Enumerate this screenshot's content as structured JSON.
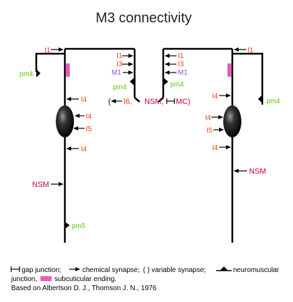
{
  "title": "M3 connectivity",
  "colors": {
    "ionotropic": "#ff3c00",
    "pharyngeal_motor": "#5ec900",
    "motor_m1": "#9b4dc8",
    "nsm": "#c4003a",
    "neuron": "#000000",
    "subcuticular": "#e85cb8"
  },
  "left_neuron": {
    "top_input": "I1",
    "pm4_upper": "pm4",
    "inputs_mid": [
      "I4",
      "I4",
      "I5",
      "I4"
    ],
    "nsm": "NSM",
    "pm5": "pm5",
    "right_branch": [
      "I1",
      "I3",
      "M1"
    ],
    "right_branch_pm4": "pm4"
  },
  "right_neuron": {
    "top_input": "I1",
    "pm4_right": "pm4",
    "left_branch": [
      "I1",
      "I3",
      "M1"
    ],
    "left_branch_pm4": "pm4",
    "inputs_mid": [
      "I4",
      "I4",
      "I5",
      "I4"
    ],
    "nsm": "NSM"
  },
  "variable": {
    "open": "(",
    "i6": "I6,",
    "nsm": "NSM,",
    "mc": "MC)"
  },
  "legend": {
    "gap": "gap junction;",
    "chem": "chemical synapse;",
    "var": "( ) variable synapse;",
    "nmj": "neuromuscular",
    "junction": "junction,",
    "subcut": "subcuticular ending.",
    "citation": "Based on Albertson D. J., Thomson J. N., 1976"
  }
}
